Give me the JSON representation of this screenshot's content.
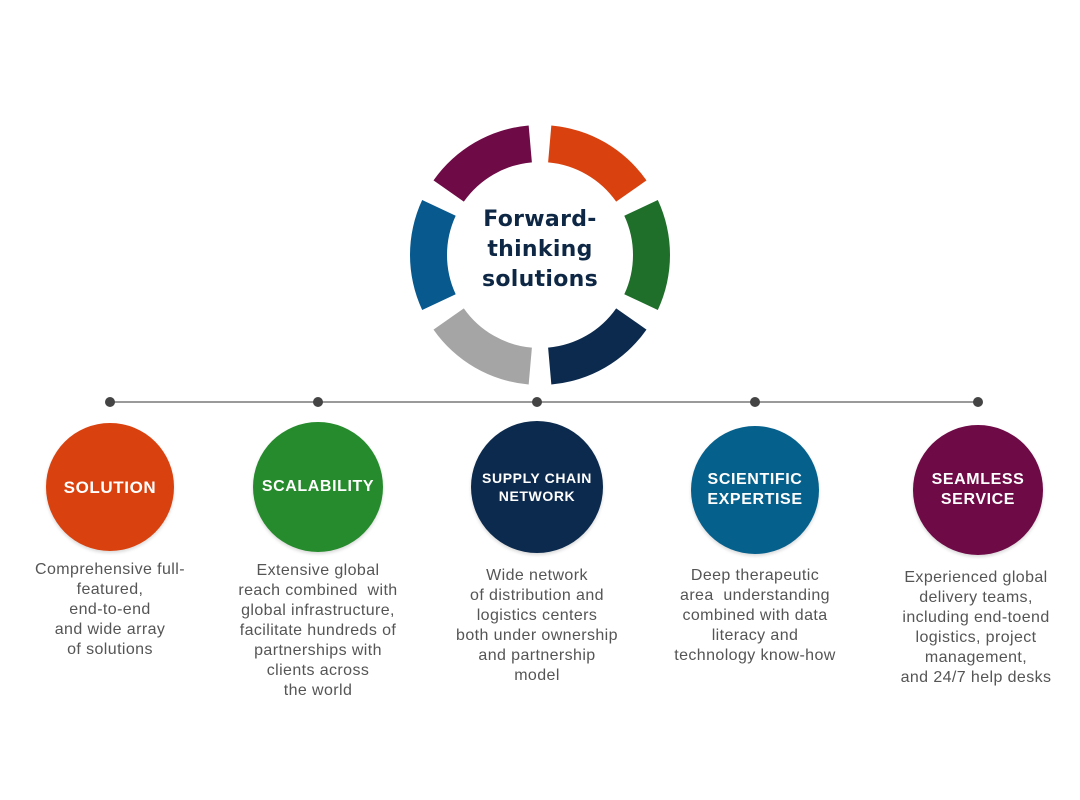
{
  "center": {
    "title_lines": [
      "Forward-",
      "thinking",
      "solutions"
    ],
    "text_color": "#0d2744"
  },
  "ring_segments": [
    {
      "color": "#d9410e"
    },
    {
      "color": "#1f6e2a"
    },
    {
      "color": "#0c2a4d"
    },
    {
      "color": "#a5a5a5"
    },
    {
      "color": "#07598e"
    },
    {
      "color": "#6e0a46"
    }
  ],
  "timeline": {
    "line_color": "#9a9a9a",
    "dot_color": "#444444"
  },
  "items": [
    {
      "title_lines": [
        "SOLUTION"
      ],
      "color": "#d9410e",
      "description_lines": [
        "Comprehensive full-",
        "featured,",
        "end-to-end",
        "and wide array",
        "of solutions"
      ]
    },
    {
      "title_lines": [
        "SCALABILITY"
      ],
      "color": "#268b2c",
      "description_lines": [
        "Extensive global",
        "reach combined  with",
        "global infrastructure,",
        "facilitate hundreds of",
        "partnerships with",
        "clients across",
        "the world"
      ]
    },
    {
      "title_lines": [
        "SUPPLY CHAIN",
        "NETWORK"
      ],
      "color": "#0c2a4d",
      "description_lines": [
        "Wide network",
        "of distribution and",
        "logistics centers",
        "both under ownership",
        "and partnership",
        "model"
      ]
    },
    {
      "title_lines": [
        "SCIENTIFIC",
        "EXPERTISE"
      ],
      "color": "#06608c",
      "description_lines": [
        "Deep therapeutic",
        "area  understanding",
        "combined with data",
        "literacy and",
        "technology know-how"
      ]
    },
    {
      "title_lines": [
        "SEAMLESS",
        "SERVICE"
      ],
      "color": "#6e0a46",
      "description_lines": [
        "Experienced global",
        "delivery teams,",
        "including end-toend",
        "logistics, project",
        "management,",
        "and 24/7 help desks"
      ]
    }
  ]
}
